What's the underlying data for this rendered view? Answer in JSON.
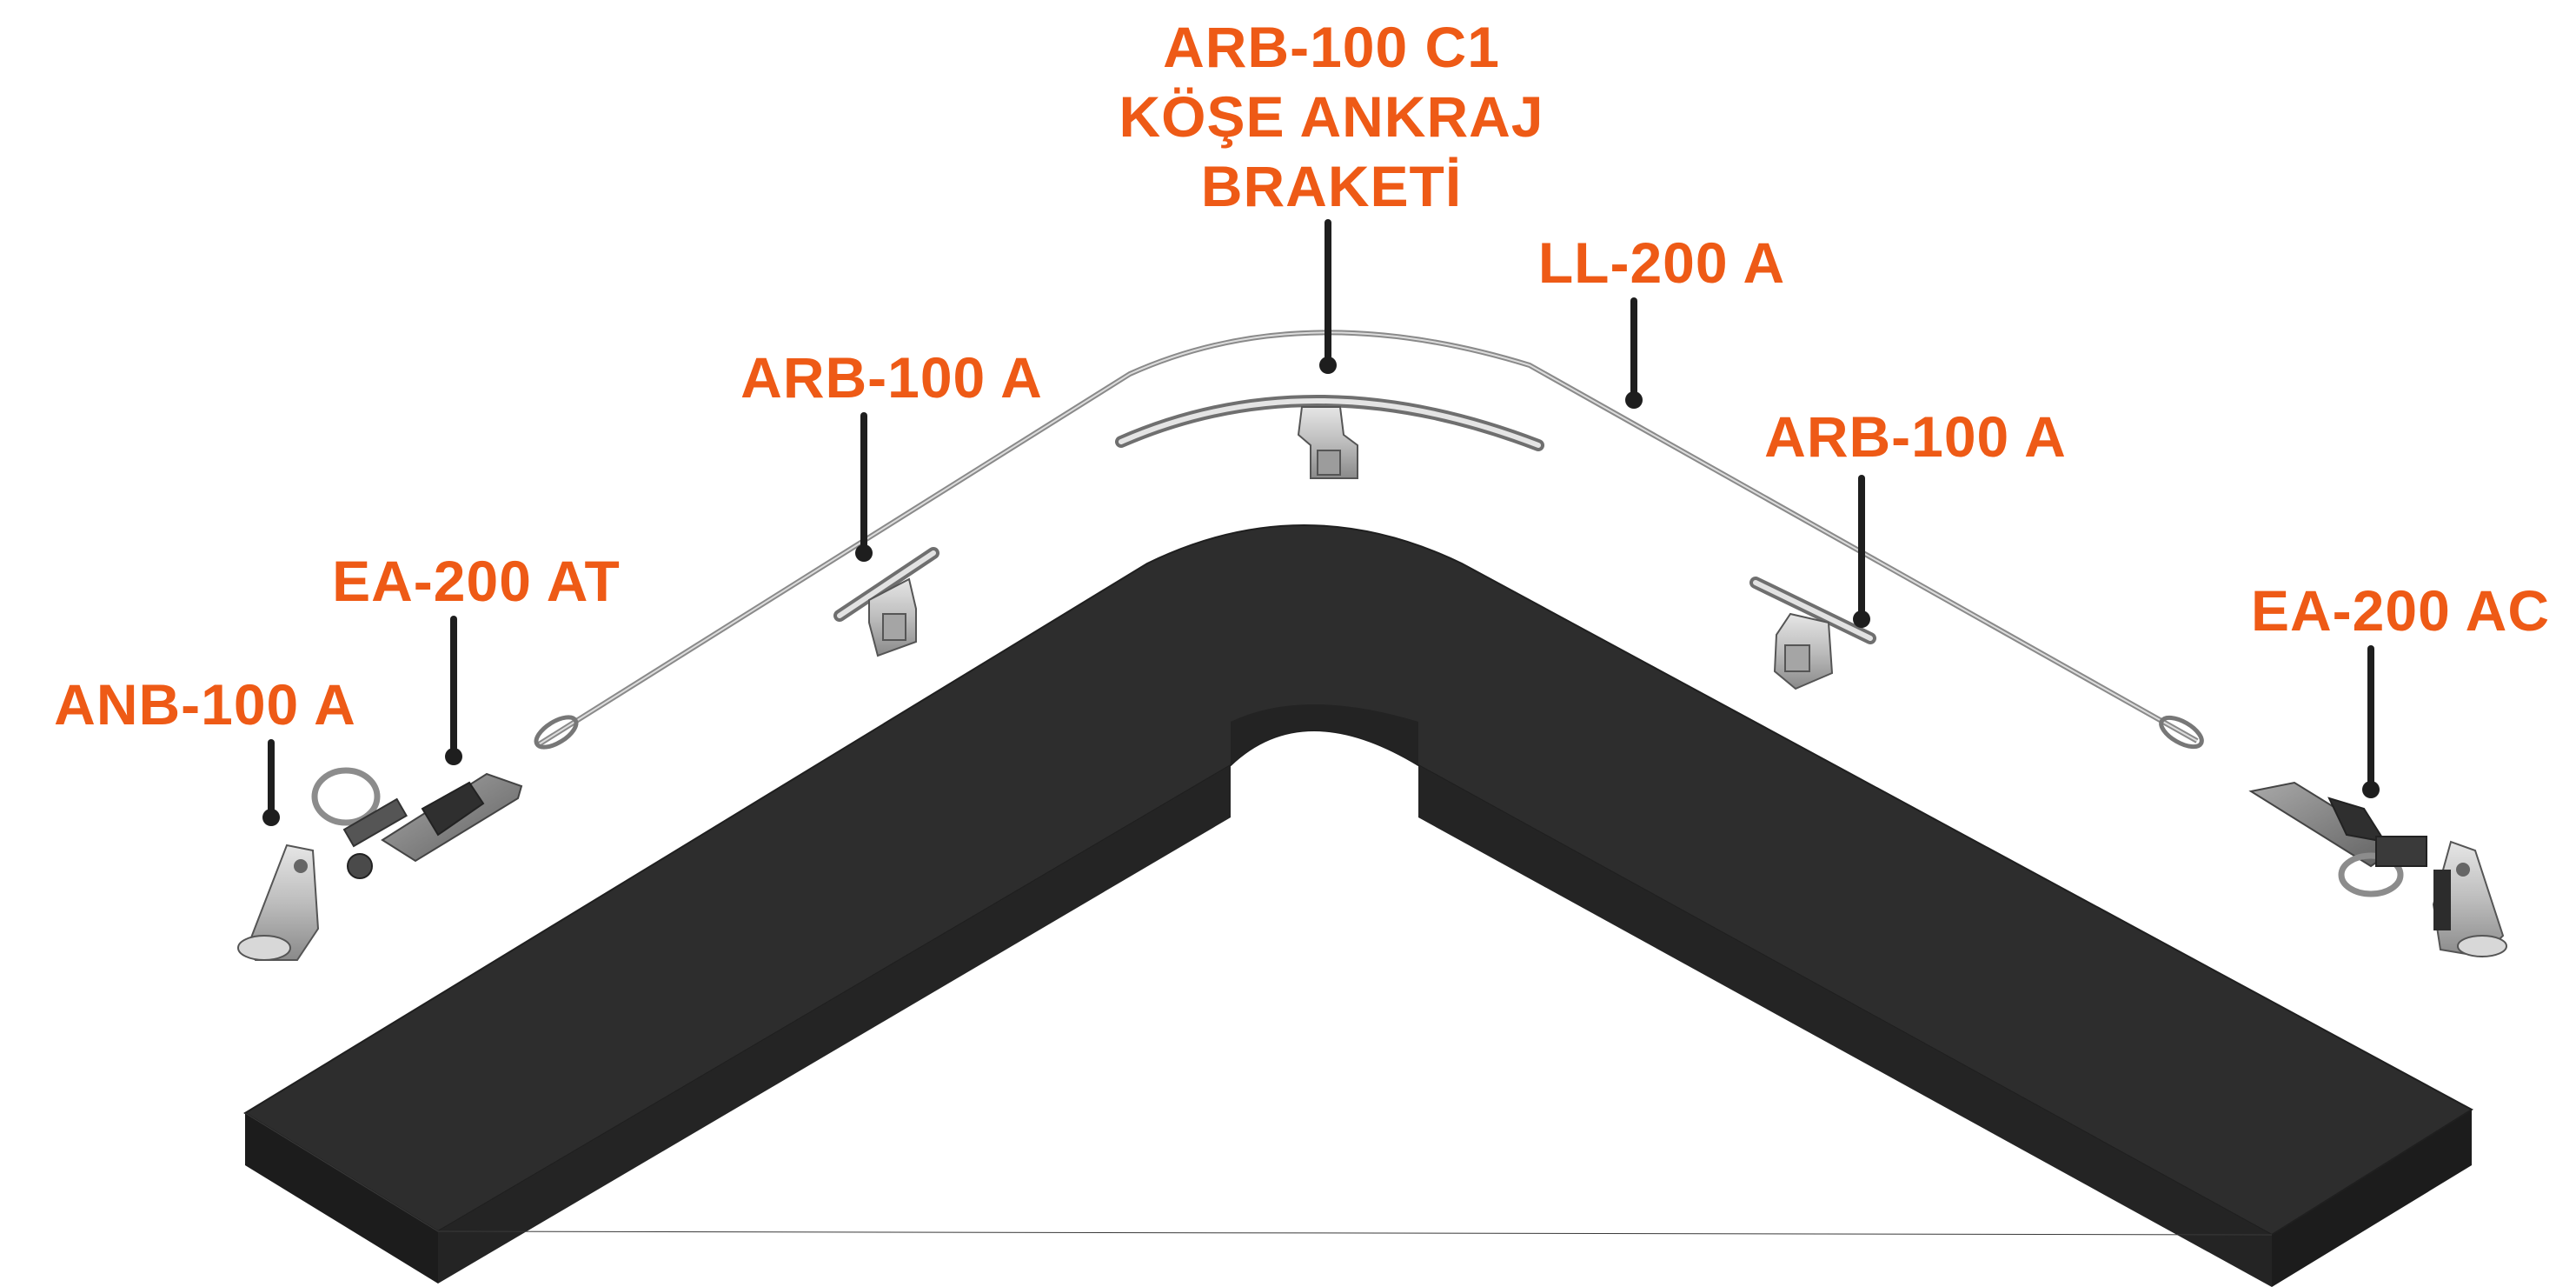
{
  "colors": {
    "label": "#ee5a16",
    "leader": "#1e1e1e",
    "roof": "#2d2d2d",
    "roof_edge": "#1f1f1f",
    "metal": "#c9c9c9",
    "metal_dark": "#6e6e6e",
    "background": "#ffffff"
  },
  "labels": {
    "corner_bracket": [
      "ARB-100 C1",
      "KÖŞE ANKRAJ",
      "BRAKETİ"
    ],
    "lifeline": "LL-200 A",
    "bracket_left": "ARB-100 A",
    "bracket_right": "ARB-100 A",
    "end_anchor_left": "EA-200 AT",
    "end_anchor_right": "EA-200 AC",
    "base_bracket": "ANB-100 A"
  }
}
